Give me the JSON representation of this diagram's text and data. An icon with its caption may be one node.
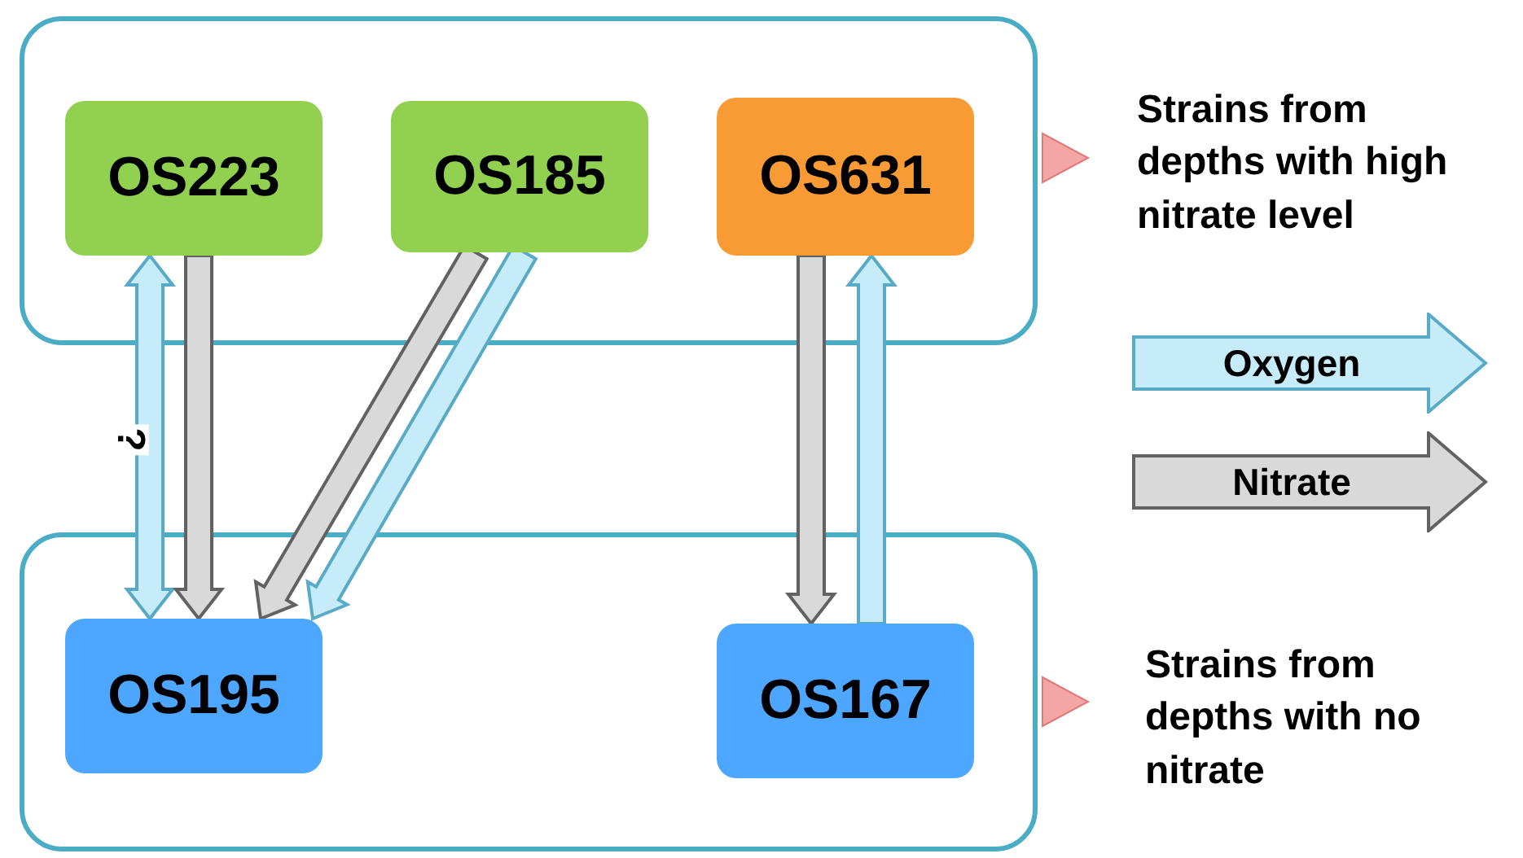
{
  "diagram": {
    "nodes": [
      {
        "text": [],
        "shape": "box",
        "beside": [
          "Strains from depths with high nitrate level"
        ]
      },
      {
        "text": [
          "OS223"
        ],
        "in": 0
      },
      {
        "text": [
          "OS185"
        ],
        "in": 0
      },
      {
        "text": [
          "OS631"
        ],
        "in": 0
      },
      {
        "text": [],
        "shape": "box",
        "beside": [
          "Strains from depths with no nitrate"
        ]
      },
      {
        "text": [
          "OS195"
        ],
        "in": 4
      },
      {
        "text": [
          "OS167"
        ],
        "in": 4
      }
    ],
    "edges": [
      {
        "from": 1,
        "to": 5,
        "arrow": "both",
        "label": "?",
        "color": "#c5ecf8"
      },
      {
        "from": 1,
        "to": 5,
        "arrow": "to",
        "color": "#d9d9d9"
      },
      {
        "from": 2,
        "to": 5,
        "arrow": "to",
        "color": "#d9d9d9"
      },
      {
        "from": 2,
        "to": 5,
        "arrow": "to",
        "color": "#c5ecf8"
      },
      {
        "from": 3,
        "to": 6,
        "arrow": "to",
        "color": "#d9d9d9"
      },
      {
        "from": 6,
        "to": 3,
        "arrow": "to",
        "color": "#c5ecf8"
      }
    ],
    "legend": [
      {
        "text": "Oxygen",
        "color": "#c5ecf8"
      },
      {
        "text": "Nitrate",
        "color": "#d9d9d9"
      }
    ]
  }
}
